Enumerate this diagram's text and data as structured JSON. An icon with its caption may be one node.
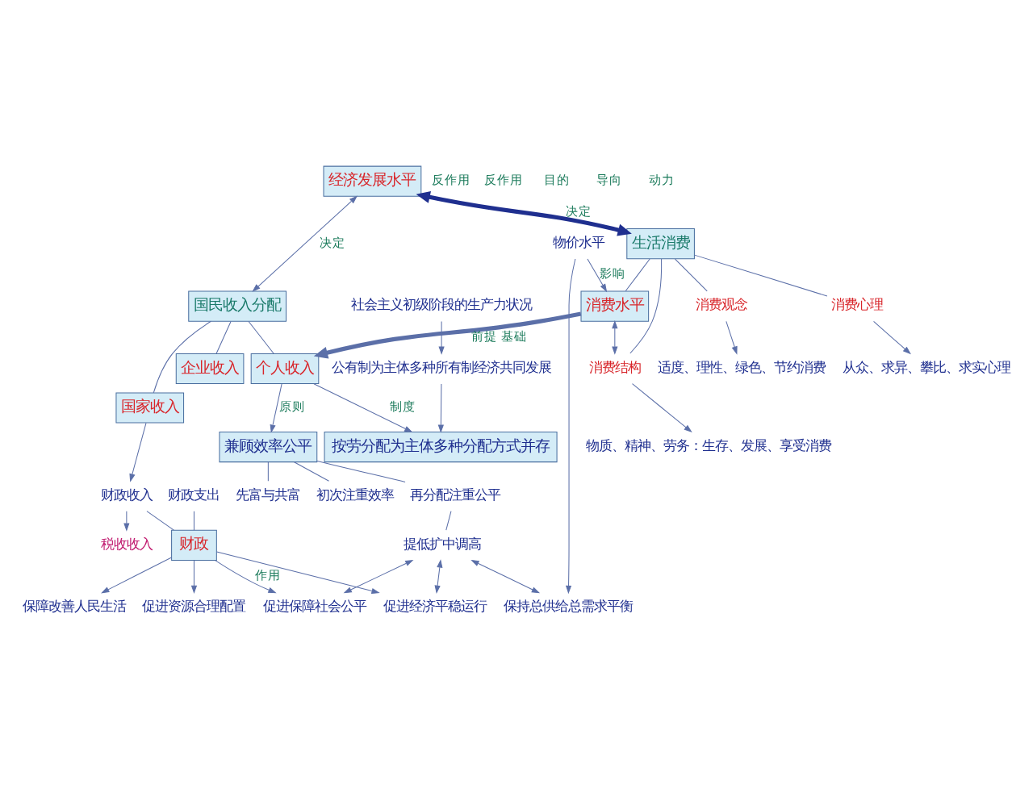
{
  "diagram": {
    "nodes": [
      {
        "text": [
          "经济发展水平"
        ]
      },
      {
        "text": [
          "国民收入分配"
        ]
      },
      {
        "text": [
          "国家收入"
        ]
      },
      {
        "text": [
          "企业收入"
        ]
      },
      {
        "text": [
          "个人收入"
        ]
      },
      {
        "text": [
          "税收收入"
        ]
      },
      {
        "text": [
          "财政收入"
        ]
      },
      {
        "text": [
          "财政支出"
        ]
      },
      {
        "text": [
          "财政"
        ]
      },
      {
        "text": [
          "促进保障社会公平"
        ]
      },
      {
        "text": [
          "保障改善人民生活"
        ]
      },
      {
        "text": [
          "促进资源合理配置"
        ]
      },
      {
        "text": [
          "促进经济平稳运行"
        ]
      },
      {
        "text": [
          "社会主义初级阶段的生产力状况"
        ]
      },
      {
        "text": [
          "公有制为主体多种所有制经济共同发展"
        ]
      },
      {
        "text": [
          "按劳分配为主体多种分配方式并存"
        ]
      },
      {
        "text": [
          "兼顾效率公平"
        ]
      },
      {
        "text": [
          "先富与共富"
        ]
      },
      {
        "text": [
          "初次注重效率"
        ]
      },
      {
        "text": [
          "再分配注重公平"
        ]
      },
      {
        "text": [
          "提低扩中调高"
        ]
      },
      {
        "text": [
          "生活消费"
        ]
      },
      {
        "text": [
          "消费水平"
        ]
      },
      {
        "text": [
          "消费结构"
        ]
      },
      {
        "text": [
          "消费心理"
        ]
      },
      {
        "text": [
          "消费观念"
        ]
      },
      {
        "text": [
          "物价水平"
        ]
      },
      {
        "text": [
          "保持总供给总需求平衡"
        ]
      },
      {
        "text": [
          "物质、精神、劳务：生存、发展、享受消费"
        ]
      },
      {
        "text": [
          "从众、求异、攀比、求实心理"
        ]
      },
      {
        "text": [
          "适度、理性、绿色、节约消费"
        ]
      }
    ],
    "edges": [
      {
        "from": 0,
        "to": 1,
        "arrow": "both",
        "label": "决定"
      },
      {
        "from": 1,
        "to": 2,
        "arrow": "none"
      },
      {
        "from": 1,
        "to": 3,
        "arrow": "none"
      },
      {
        "from": 1,
        "to": 4,
        "arrow": "none"
      },
      {
        "from": 2,
        "to": 6,
        "arrow": "to"
      },
      {
        "from": 6,
        "to": 5,
        "arrow": "to"
      },
      {
        "from": 6,
        "to": 8,
        "arrow": "none"
      },
      {
        "from": 7,
        "to": 8,
        "arrow": "none"
      },
      {
        "from": 8,
        "to": 9,
        "arrow": "to",
        "label": "作用"
      },
      {
        "from": 8,
        "to": 10,
        "arrow": "to"
      },
      {
        "from": 8,
        "to": 11,
        "arrow": "to"
      },
      {
        "from": 8,
        "to": 12,
        "arrow": "to"
      },
      {
        "from": 13,
        "to": 14,
        "arrow": "to"
      },
      {
        "from": 14,
        "to": 15,
        "arrow": "to"
      },
      {
        "from": 4,
        "to": 15,
        "arrow": "to",
        "label": "制度"
      },
      {
        "from": 4,
        "to": 16,
        "arrow": "to",
        "label": "原则"
      },
      {
        "from": 16,
        "to": 17,
        "arrow": "none"
      },
      {
        "from": 16,
        "to": 18,
        "arrow": "none"
      },
      {
        "from": 16,
        "to": 19,
        "arrow": "none"
      },
      {
        "from": 19,
        "to": 20,
        "arrow": "none"
      },
      {
        "from": 20,
        "to": 9,
        "arrow": "both"
      },
      {
        "from": 20,
        "to": 12,
        "arrow": "both"
      },
      {
        "from": 20,
        "to": 27,
        "arrow": "both"
      },
      {
        "from": 0,
        "to": 21,
        "arrow": "both",
        "label": "决定",
        "style": "thick",
        "color": "#1f2f8f"
      },
      {
        "from": 22,
        "to": 4,
        "arrow": "to",
        "label": "前提 基础",
        "style": "thick"
      },
      {
        "from": 26,
        "to": 22,
        "arrow": "to",
        "label": "影响"
      },
      {
        "from": 26,
        "to": 27,
        "arrow": "to"
      },
      {
        "from": 22,
        "to": 23,
        "arrow": "both"
      },
      {
        "from": 21,
        "to": 22,
        "arrow": "none"
      },
      {
        "from": 21,
        "to": 23,
        "arrow": "none"
      },
      {
        "from": 21,
        "to": 24,
        "arrow": "none"
      },
      {
        "from": 21,
        "to": 25,
        "arrow": "none"
      },
      {
        "from": 23,
        "to": 28,
        "arrow": "to"
      },
      {
        "from": 24,
        "to": 29,
        "arrow": "to"
      },
      {
        "from": 25,
        "to": 30,
        "arrow": "to"
      }
    ],
    "labels": [
      "反作用",
      "反作用",
      "目的",
      "导向",
      "动力"
    ]
  }
}
